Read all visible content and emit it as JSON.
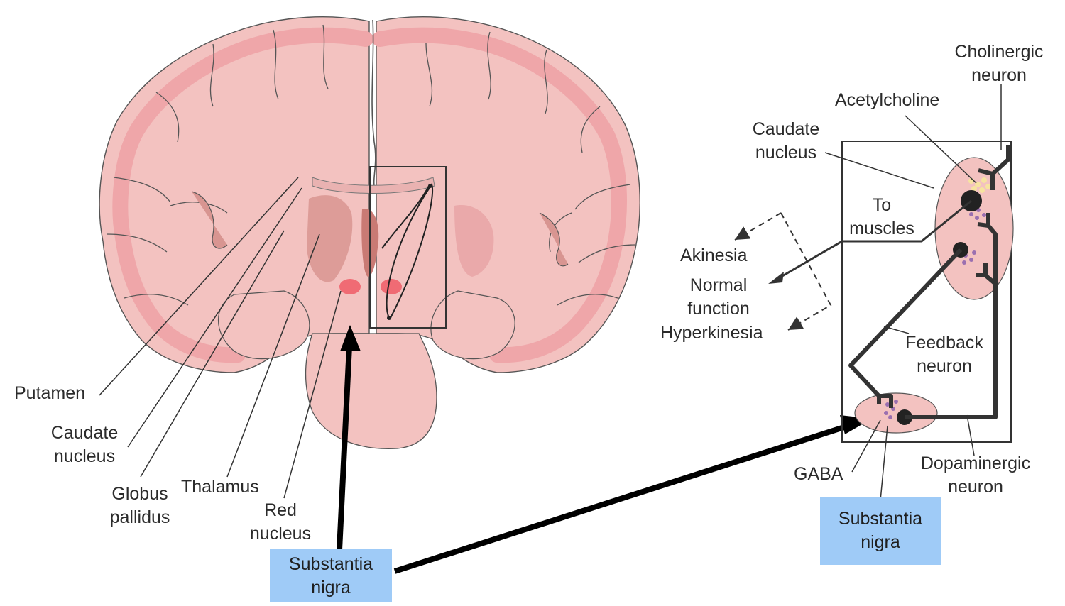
{
  "brain_labels": {
    "putamen": "Putamen",
    "caudate": "Caudate\nnucleus",
    "globus": "Globus\npallidus",
    "thalamus": "Thalamus",
    "red": "Red\nnucleus"
  },
  "circuit_labels": {
    "cholinergic": "Cholinergic\nneuron",
    "acetylcholine": "Acetylcholine",
    "caudate": "Caudate\nnucleus",
    "to_muscles": "To\nmuscles",
    "akinesia": "Akinesia",
    "normal": "Normal\nfunction",
    "hyperkinesia": "Hyperkinesia",
    "feedback": "Feedback\nneuron",
    "gaba": "GABA",
    "dopaminergic": "Dopaminergic\nneuron"
  },
  "highlight": {
    "left": "Substantia\nnigra",
    "right": "Substantia\nnigra"
  },
  "colors": {
    "tissue": "#f3c2c0",
    "gray_matter": "#efa6a9",
    "deep_nuclei": "#d89591",
    "red_nucleus": "#f06b74",
    "highlight_box": "#9fcbf7",
    "acetylcholine_dots": "#f7e3a0",
    "dopamine_dots": "#9b6fb0"
  }
}
